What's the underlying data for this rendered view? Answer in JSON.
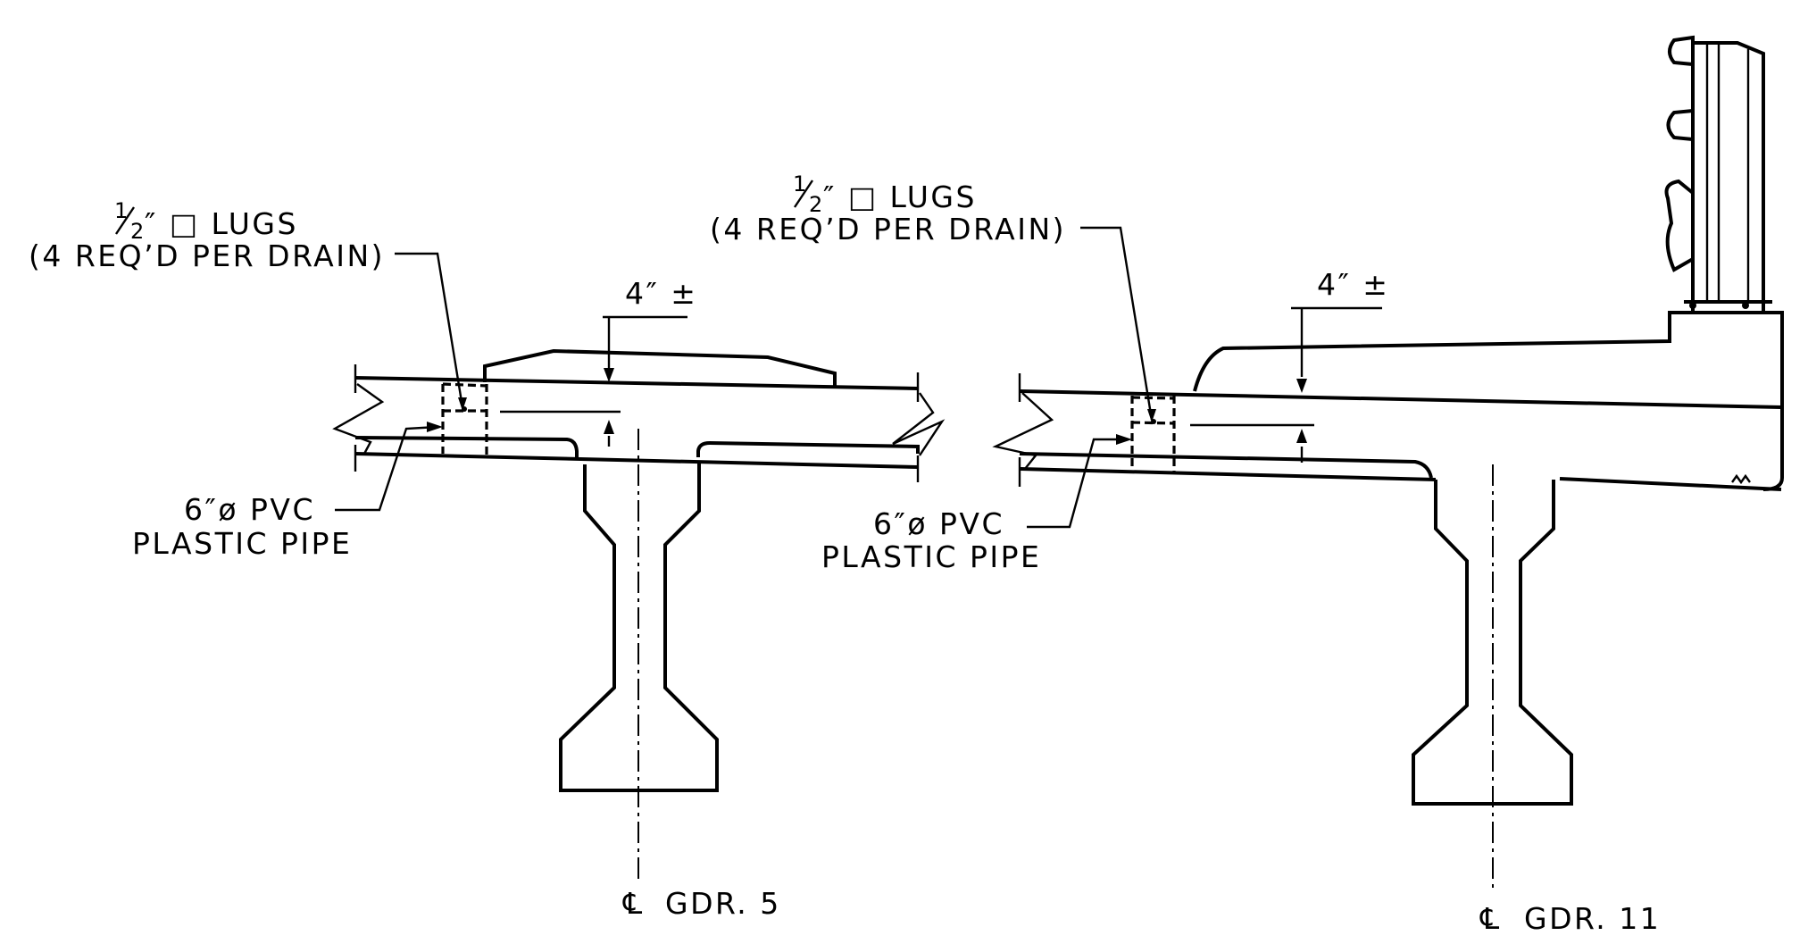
{
  "left_detail": {
    "lugs_fraction_num": "1",
    "lugs_fraction_den": "2",
    "lugs_label": "″ □ LUGS",
    "lugs_note": "(4 REQ’D PER DRAIN)",
    "dimension": "4″ ±",
    "pipe_label": "6″ø PVC",
    "pipe_label_2": "PLASTIC PIPE",
    "centerline_symbol": "℄",
    "girder_label": "GDR. 5"
  },
  "right_detail": {
    "lugs_fraction_num": "1",
    "lugs_fraction_den": "2",
    "lugs_label": "″ □ LUGS",
    "lugs_note": "(4 REQ’D PER DRAIN)",
    "dimension": "4″ ±",
    "pipe_label": "6″ø PVC",
    "pipe_label_2": "PLASTIC PIPE",
    "centerline_symbol": "℄",
    "girder_label": "GDR. 11"
  }
}
